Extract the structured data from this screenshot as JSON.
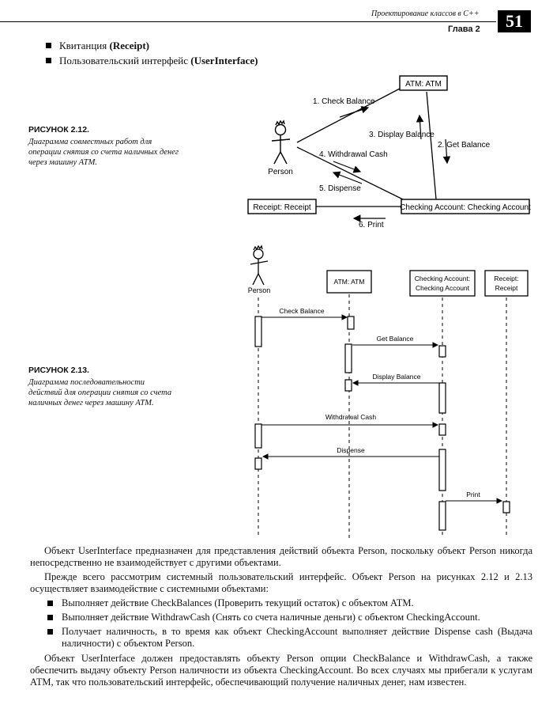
{
  "header": {
    "book_title": "Проектирование классов в C++",
    "chapter": "Глава 2",
    "page_number": "51"
  },
  "top_bullets": [
    {
      "text": "Квитанция",
      "bold": "(Receipt)"
    },
    {
      "text": "Пользовательский интерфейс",
      "bold": "(UserInterface)"
    }
  ],
  "figure1": {
    "label": "РИСУНОК 2.12.",
    "caption": "Диаграмма совместных работ для операции снятия со счета наличных денег через машину АТМ.",
    "actor": "Person",
    "objects": {
      "atm": "ATM: ATM",
      "receipt": "Receipt: Receipt",
      "account": "Checking Account: Checking Account"
    },
    "messages": [
      "1. Check Balance",
      "2. Get Balance",
      "3. Display Balance",
      "4. Withdrawal Cash",
      "5. Dispense",
      "6. Print"
    ]
  },
  "figure2": {
    "label": "РИСУНОК 2.13.",
    "caption": "Диаграмма последовательности действий для операции снятия со счета наличных денег через машину АТМ.",
    "actor": "Person",
    "objects": {
      "atm": "ATM: ATM",
      "account_l1": "Checking Account:",
      "account_l2": "Checking Account",
      "receipt_l1": "Receipt:",
      "receipt_l2": "Receipt"
    },
    "messages": [
      "Check Balance",
      "Get Balance",
      "Display Balance",
      "Withdrawal Cash",
      "Dispense",
      "Print"
    ]
  },
  "body": {
    "p1": "Объект UserInterface предназначен для представления действий объекта Person, поскольку объект Person никогда непосредственно не взаимодействует с другими объектами.",
    "p2": "Прежде всего рассмотрим системный пользовательский интерфейс. Объект Person на рисунках 2.12 и 2.13 осуществляет взаимодействие с системными объектами:",
    "li1": "Выполняет действие CheckBalances (Проверить текущий остаток) с объектом ATM.",
    "li2": "Выполняет действие WithdrawCash (Снять со счета наличные деньги) с объектом CheckingAccount.",
    "li3": "Получает наличность, в то время как объект CheckingAccount выполняет действие Dispense cash (Выдача наличности) с объектом Person.",
    "p3": "Объект UserInterface должен предоставлять объекту Person опции CheckBalance и WithdrawCash, а также обеспечить выдачу объекту Person наличности из объекта CheckingAccount. Во всех случаях мы прибегали к услугам АТМ, так что пользовательский интерфейс, обеспечивающий получение наличных денег, нам известен."
  }
}
